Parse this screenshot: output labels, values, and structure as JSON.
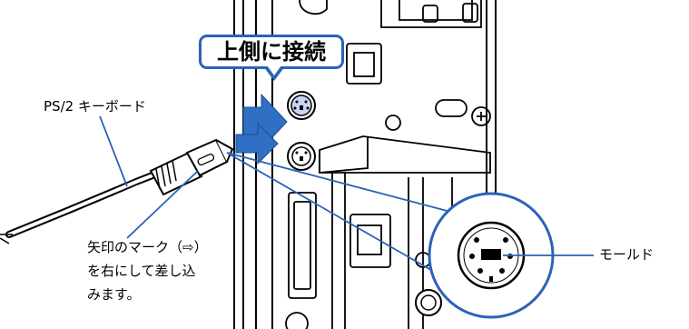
{
  "labels": {
    "keyboard": "PS/2 キーボード",
    "callout": "上側に接続",
    "instruction_line1": "矢印のマーク（⇨）",
    "instruction_line2": "を右にして差し込",
    "instruction_line3": "みます。",
    "mold": "モールド"
  },
  "colors": {
    "accent_blue": "#2b63b7",
    "arrow_blue": "#2f6fc4",
    "port_fill": "#c9d4f1"
  },
  "icons": {
    "direction_arrow": "right-arrow-icon",
    "connector": "ps2-connector-icon"
  }
}
